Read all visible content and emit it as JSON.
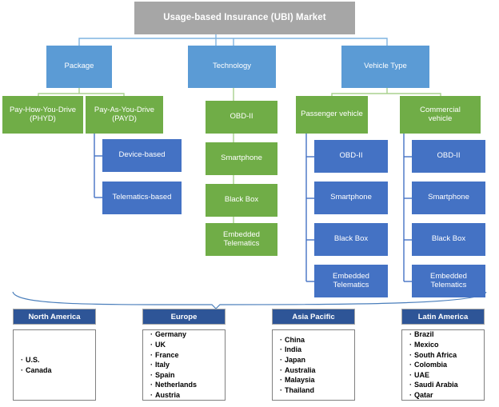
{
  "diagram": {
    "root": {
      "label": "Usage-based Insurance (UBI) Market"
    },
    "branches": [
      {
        "label": "Package",
        "children": [
          {
            "label": "Pay-How-You-Drive\n(PHYD)",
            "color": "green",
            "children": []
          },
          {
            "label": "Pay-As-You-Drive\n(PAYD)",
            "color": "green",
            "children": [
              {
                "label": "Device-based",
                "color": "blue"
              },
              {
                "label": "Telematics-based",
                "color": "blue"
              }
            ]
          }
        ]
      },
      {
        "label": "Technology",
        "children": [
          {
            "label": "OBD-II",
            "color": "green"
          },
          {
            "label": "Smartphone",
            "color": "green"
          },
          {
            "label": "Black Box",
            "color": "green"
          },
          {
            "label": "Embedded\nTelematics",
            "color": "green"
          }
        ]
      },
      {
        "label": "Vehicle Type",
        "children": [
          {
            "label": "Passenger vehicle",
            "color": "green",
            "children": [
              {
                "label": "OBD-II",
                "color": "blue"
              },
              {
                "label": "Smartphone",
                "color": "blue"
              },
              {
                "label": "Black Box",
                "color": "blue"
              },
              {
                "label": "Embedded\nTelematics",
                "color": "blue"
              }
            ]
          },
          {
            "label": "Commercial\nvehicle",
            "color": "green",
            "children": [
              {
                "label": "OBD-II",
                "color": "blue"
              },
              {
                "label": "Smartphone",
                "color": "blue"
              },
              {
                "label": "Black Box",
                "color": "blue"
              },
              {
                "label": "Embedded\nTelematics",
                "color": "blue"
              }
            ]
          }
        ]
      }
    ],
    "regions": [
      {
        "name": "North America",
        "countries": [
          "U.S.",
          "Canada"
        ]
      },
      {
        "name": "Europe",
        "countries": [
          "Germany",
          "UK",
          "France",
          "Italy",
          "Spain",
          "Netherlands",
          "Austria"
        ]
      },
      {
        "name": "Asia Pacific",
        "countries": [
          "China",
          "India",
          "Japan",
          "Australia",
          "Malaysia",
          "Thailand"
        ]
      },
      {
        "name": "Latin America",
        "countries": [
          "Brazil",
          "Mexico",
          "South Africa",
          "Colombia",
          "UAE",
          "Saudi Arabia",
          "Qatar"
        ]
      }
    ]
  },
  "colors": {
    "root_gray": "#a6a6a6",
    "level2_blue": "#5b9bd5",
    "green": "#70ad47",
    "blue": "#4472c4",
    "region_header_blue": "#2e5597",
    "connector_blue": "#5b9bd5",
    "connector_green": "#a9d18e"
  }
}
